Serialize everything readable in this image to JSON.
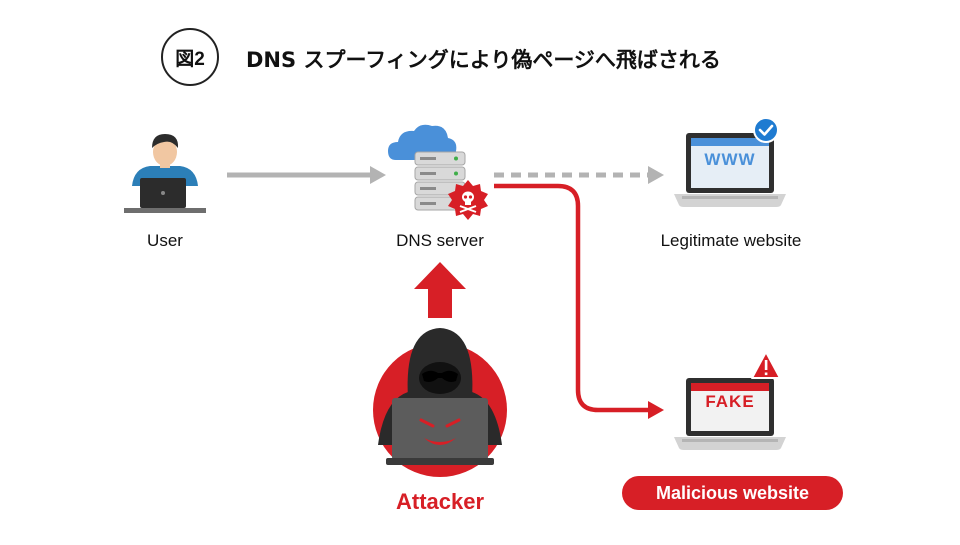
{
  "figure": {
    "number": "図2",
    "title": "DNS スプーフィングにより偽ページへ飛ばされる"
  },
  "nodes": {
    "user": {
      "label": "User"
    },
    "dns_server": {
      "label": "DNS server"
    },
    "legitimate": {
      "label": "Legitimate website",
      "screen_text": "WWW"
    },
    "malicious": {
      "label": "Malicious website",
      "screen_text": "FAKE"
    },
    "attacker": {
      "label": "Attacker"
    }
  },
  "colors": {
    "accent_red": "#d71f26",
    "arrow_gray": "#b3b3b3",
    "check_blue": "#1f7bd1",
    "cloud_blue": "#4a90d9",
    "dark": "#3a3a3a"
  }
}
